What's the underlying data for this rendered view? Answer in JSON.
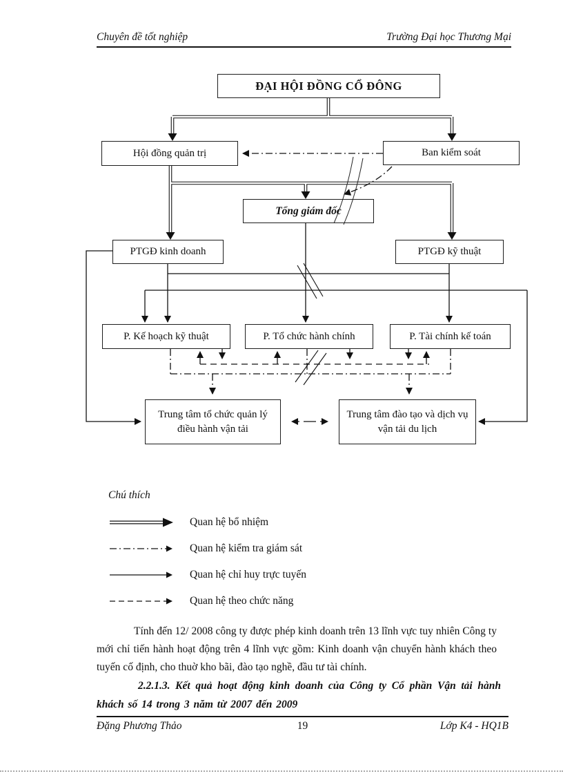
{
  "header": {
    "left": "Chuyên đề tốt nghiệp",
    "right": "Trường Đại học Thương Mại"
  },
  "org_chart": {
    "nodes": {
      "dhdcd": {
        "label": "ĐẠI HỘI ĐỒNG CỔ ĐÔNG"
      },
      "hdqt": {
        "label": "Hội đồng quản trị"
      },
      "bks": {
        "label": "Ban kiểm soát"
      },
      "tgd": {
        "label": "Tổng giám đốc"
      },
      "ptgd_kd": {
        "label": "PTGĐ kinh doanh"
      },
      "ptgd_kt": {
        "label": "PTGĐ kỹ thuật"
      },
      "p_khkt": {
        "label": "P. Kế hoạch kỹ thuật"
      },
      "p_tchc": {
        "label": "P. Tổ chức hành chính"
      },
      "p_tckt": {
        "label": "P. Tài chính kế toán"
      },
      "tt_vantai": {
        "label": "Trung tâm tổ chức quản lý điều hành vận tải"
      },
      "tt_daotao": {
        "label": "Trung tâm đào tạo và dịch vụ vận tải du lịch"
      }
    },
    "legend": {
      "title": "Chú thích",
      "items": [
        {
          "style": "double-line-arrow",
          "label": "Quan hệ bổ nhiệm"
        },
        {
          "style": "dash-dot-arrow",
          "label": "Quan hệ kiểm tra giám sát"
        },
        {
          "style": "solid-arrow",
          "label": "Quan hệ chỉ huy trực tuyến"
        },
        {
          "style": "dashed-arrow",
          "label": "Quan hệ theo chức năng"
        }
      ]
    }
  },
  "body": {
    "paragraph": "Tính đến 12/ 2008 công ty được phép kinh doanh trên 13 lĩnh vực tuy nhiên Công ty mới chỉ tiến hành hoạt động trên 4 lĩnh vực gồm: Kinh doanh vận chuyển hành khách theo tuyến cố định, cho thuờ kho bãi, đào tạo nghề, đầu tư tài chính.",
    "section_heading": "2.2.1.3. Kết quả hoạt động kinh doanh của Công ty Cổ phần Vận tải hành khách số 14 trong 3 năm từ 2007 đến 2009"
  },
  "footer": {
    "author": "Đặng Phương Thảo",
    "page_number": "19",
    "class_name": "Lớp K4 - HQ1B"
  },
  "colors": {
    "ink": "#111111",
    "paper": "#ffffff"
  }
}
